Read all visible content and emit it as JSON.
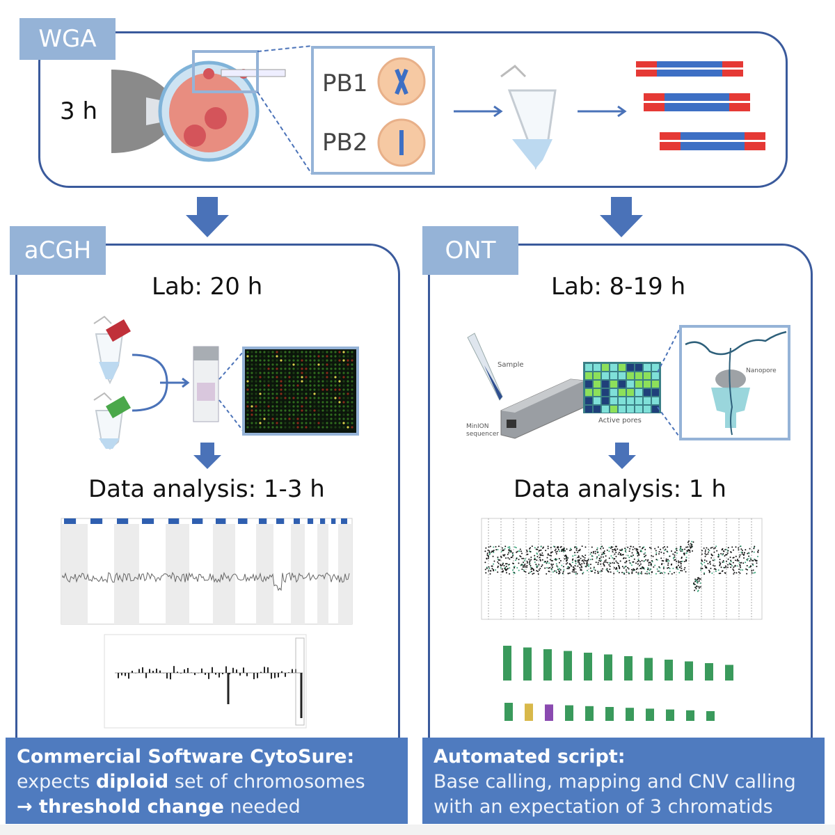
{
  "wga": {
    "label": "WGA",
    "time": "3 h",
    "pb1": "PB1",
    "pb2": "PB2"
  },
  "acgh": {
    "label": "aCGH",
    "lab_time": "Lab: 20 h",
    "analysis_time": "Data analysis: 1-3 h",
    "note": {
      "title": "Commercial Software CytoSure:",
      "line2_pre": "expects ",
      "line2_bold": "diploid",
      "line2_post": " set of chromosomes",
      "line3_arrow": "→ ",
      "line3_bold": "threshold change",
      "line3_post": " needed"
    }
  },
  "ont": {
    "label": "ONT",
    "lab_time": "Lab: 8-19 h",
    "analysis_time": "Data analysis: 1 h",
    "sample_label": "Sample",
    "sequencer_label_1": "MinION",
    "sequencer_label_2": "sequencer",
    "pores_label": "Active pores",
    "nanopore_label": "Nanopore",
    "note": {
      "title": "Automated script:",
      "line2": "Base calling, mapping and CNV calling",
      "line3": "with an expectation of 3 chromatids"
    }
  },
  "colors": {
    "panel_border": "#3a5a9c",
    "tag": "#95b3d7",
    "arrow": "#4a72b8",
    "note": "#4f7bbf",
    "dna_red": "#e53935",
    "dna_blue": "#3d6fc4"
  }
}
